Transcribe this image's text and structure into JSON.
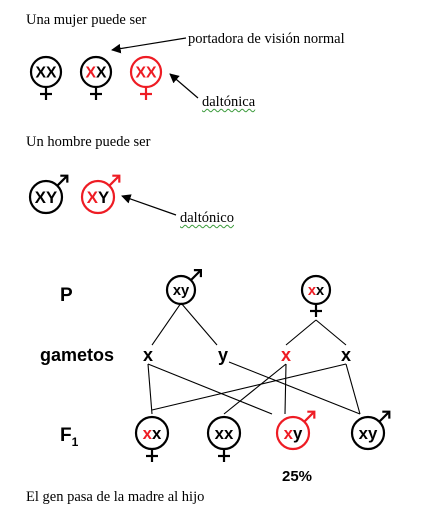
{
  "colors": {
    "ink": "#000000",
    "affected": "#ee1c24"
  },
  "intro": {
    "woman_caption": "Una mujer puede ser",
    "carrier_label": "portadora de visión normal",
    "woman_colorblind_label": "daltónica",
    "man_caption": "Un hombre puede ser",
    "man_colorblind_label": "daltónico",
    "conclusion": "El gen pasa de la madre al hijo"
  },
  "women_row": [
    {
      "genotype": "XX",
      "sex": "female",
      "colors": [
        "ink",
        "ink"
      ],
      "ring": "ink"
    },
    {
      "genotype": "XX",
      "sex": "female",
      "colors": [
        "affected",
        "ink"
      ],
      "ring": "ink"
    },
    {
      "genotype": "XX",
      "sex": "female",
      "colors": [
        "affected",
        "affected"
      ],
      "ring": "affected"
    }
  ],
  "men_row": [
    {
      "genotype": "XY",
      "sex": "male",
      "colors": [
        "ink",
        "ink"
      ],
      "ring": "ink"
    },
    {
      "genotype": "XY",
      "sex": "male",
      "colors": [
        "affected",
        "ink"
      ],
      "ring": "affected"
    }
  ],
  "cross": {
    "row_labels": {
      "parents": "P",
      "gametes": "gametos",
      "f1": "F",
      "f1_sub": "1"
    },
    "parents": [
      {
        "genotype": "xy",
        "sex": "male",
        "colors": [
          "ink",
          "ink"
        ],
        "ring": "ink"
      },
      {
        "genotype": "xx",
        "sex": "female",
        "colors": [
          "affected",
          "ink"
        ],
        "ring": "ink"
      }
    ],
    "gametes": [
      {
        "allele": "x",
        "color": "ink"
      },
      {
        "allele": "y",
        "color": "ink"
      },
      {
        "allele": "x",
        "color": "affected"
      },
      {
        "allele": "x",
        "color": "ink"
      }
    ],
    "offspring": [
      {
        "genotype": "xx",
        "sex": "female",
        "colors": [
          "affected",
          "ink"
        ],
        "ring": "ink"
      },
      {
        "genotype": "xx",
        "sex": "female",
        "colors": [
          "ink",
          "ink"
        ],
        "ring": "ink"
      },
      {
        "genotype": "xy",
        "sex": "male",
        "colors": [
          "affected",
          "ink"
        ],
        "ring": "affected"
      },
      {
        "genotype": "xy",
        "sex": "male",
        "colors": [
          "ink",
          "ink"
        ],
        "ring": "ink"
      }
    ],
    "percent": "25%"
  }
}
